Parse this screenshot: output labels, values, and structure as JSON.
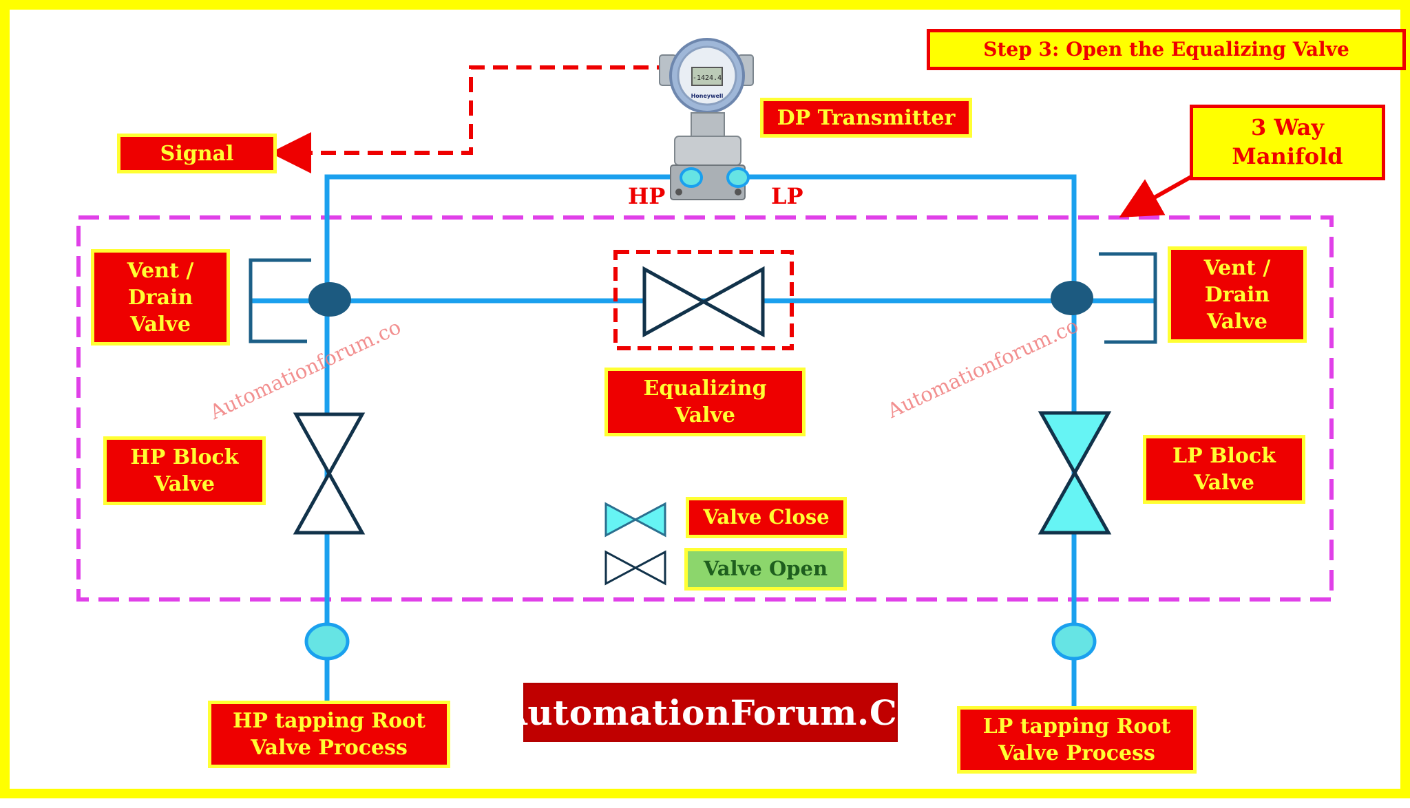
{
  "step_title": "Step 3: Open the Equalizing Valve",
  "labels": {
    "signal": "Signal",
    "dp_transmitter": "DP Transmitter",
    "manifold": "3 Way\nManifold",
    "hp": "HP",
    "lp": "LP",
    "vent_drain_left": "Vent /\nDrain\nValve",
    "vent_drain_right": "Vent /\nDrain\nValve",
    "equalizing_valve": "Equalizing\nValve",
    "hp_block_valve": "HP Block\nValve",
    "lp_block_valve": "LP Block\nValve",
    "hp_root_valve": "HP tapping Root\nValve Process",
    "lp_root_valve": "LP tapping Root\nValve Process"
  },
  "transmitter_brand": "Honeywell",
  "transmitter_display": "-1424.4",
  "legend": {
    "close_label": "Valve Close",
    "open_label": "Valve Open"
  },
  "watermark": "Automationforum.co",
  "brand": "AutomationForum.Co",
  "valve_states": {
    "equalizing_valve": "open",
    "hp_block_valve": "open",
    "lp_block_valve": "closed"
  },
  "colors": {
    "frame": "#ffff00",
    "label_fill": "#ee0000",
    "label_text": "#ffff33",
    "pipe": "#1aa0ee",
    "manifold_outline": "#e040e8",
    "valve_closed_fill": "#66f4f4",
    "valve_open_fill": "#ffffff",
    "legend_open_fill": "#8cd66c"
  }
}
